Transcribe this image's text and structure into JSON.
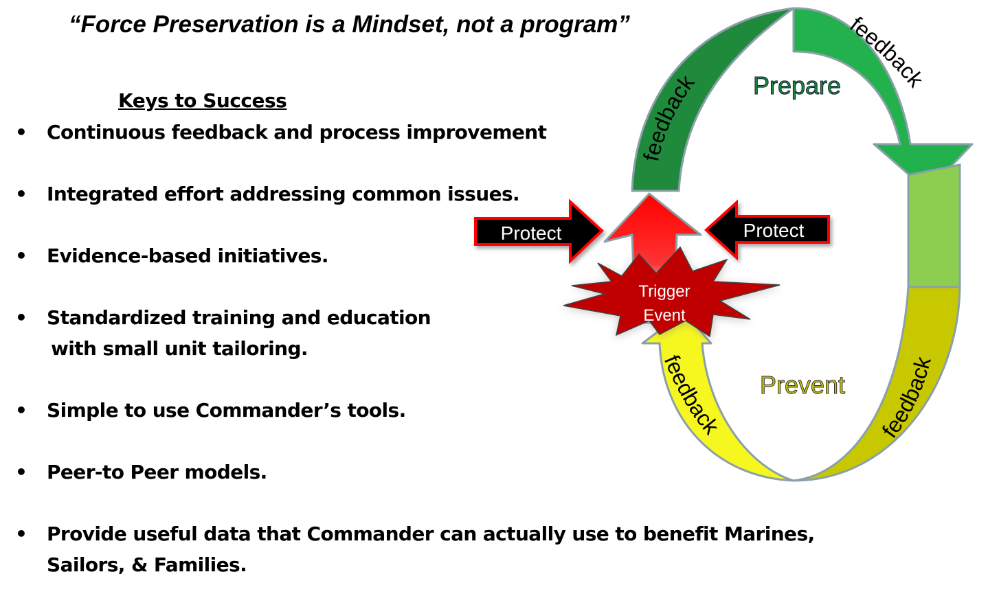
{
  "quote": "“Force Preservation is a Mindset, not a program”",
  "keys_heading": "Keys to Success",
  "bullets": [
    {
      "line1": "Continuous feedback and process improvement",
      "line2": ""
    },
    {
      "line1": "Integrated effort addressing common issues.",
      "line2": ""
    },
    {
      "line1": "Evidence-based initiatives.",
      "line2": ""
    },
    {
      "line1": "Standardized training and education",
      "line2": "with small unit tailoring."
    },
    {
      "line1": "Simple to use Commander’s tools.",
      "line2": ""
    },
    {
      "line1": "Peer-to Peer models.",
      "line2": ""
    },
    {
      "line1": "Provide useful data that Commander can actually use to benefit Marines,",
      "line2": "Sailors, & Families."
    }
  ],
  "bullet_glyph": "•",
  "diagram": {
    "prepare": "Prepare",
    "prevent": "Prevent",
    "feedback_top_left": "feedback",
    "feedback_top_right": "feedback",
    "feedback_bottom_left": "feedback",
    "feedback_bottom_right": "feedback",
    "protect_left": "Protect",
    "protect_right": "Protect",
    "trigger_line1": "Trigger",
    "trigger_line2": "Event"
  },
  "colors": {
    "dark_green": "#1f8a3c",
    "green": "#22b14c",
    "light_green": "#8ccf50",
    "olive": "#c8c800",
    "yellow": "#f7f720",
    "red": "#ff1a1a",
    "dark_red": "#c00000",
    "black": "#000000"
  }
}
